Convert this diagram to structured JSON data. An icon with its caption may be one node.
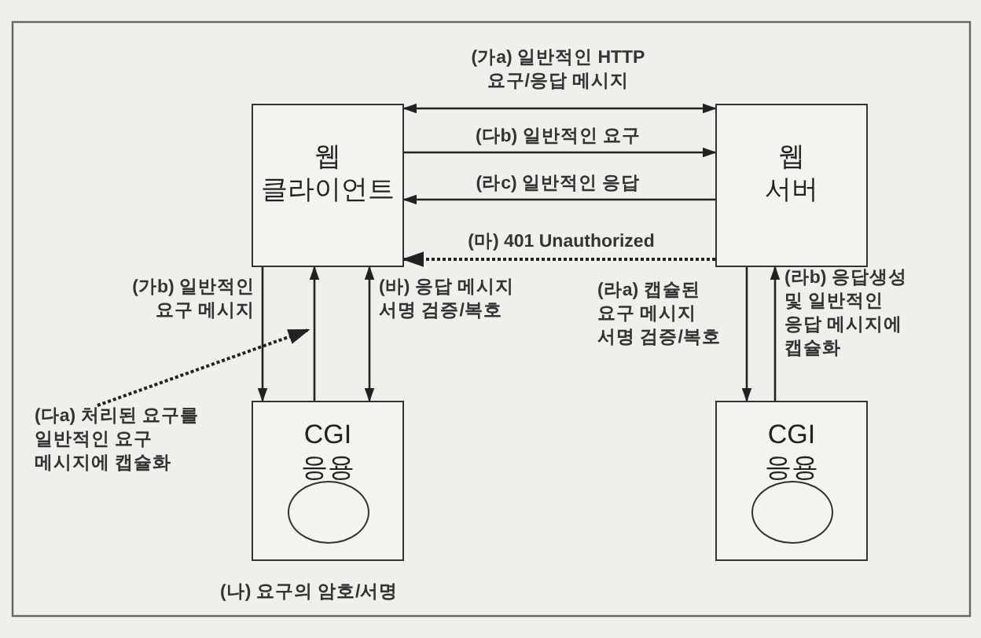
{
  "diagram": {
    "nodes": [
      {
        "text": [
          "웹 클라이언트"
        ]
      },
      {
        "text": [
          "웹 서버"
        ]
      },
      {
        "text": [
          "CGI 응용"
        ]
      },
      {
        "text": [],
        "shape": "circle",
        "in": 2
      },
      {
        "text": [
          "CGI 응용"
        ]
      },
      {
        "text": [],
        "shape": "circle",
        "in": 4
      },
      {
        "text": [
          "(다a) 처리된 요구를 일반적인 요구 메시지에 캡슐화"
        ]
      }
    ],
    "edges": [
      {
        "from": 0,
        "to": 1,
        "arrow": "both",
        "label": "(가a) 일반적인 HTTP 요구/응답 메시지"
      },
      {
        "from": 0,
        "to": 1,
        "arrow": "to",
        "label": "(다b) 일반적인 요구"
      },
      {
        "from": 1,
        "to": 0,
        "arrow": "to",
        "label": "(라c) 일반적인 응답"
      },
      {
        "from": 1,
        "to": 0,
        "arrow": "to",
        "label": "(마) 401 Unauthorized",
        "style": "dashed"
      },
      {
        "from": 0,
        "to": 2,
        "arrow": "to",
        "label": "(가b) 일반적인 요구 메시지"
      },
      {
        "from": 2,
        "to": 0,
        "arrow": "to"
      },
      {
        "from": 0,
        "to": 2,
        "arrow": "both",
        "label": "(바) 응답 메시지 서명 검증/복호"
      },
      {
        "from": 1,
        "to": 4,
        "arrow": "to",
        "label": "(라a) 캡슐된 요구 메시지 서명 검증/복호"
      },
      {
        "from": 4,
        "to": 1,
        "arrow": "to",
        "label": "(라b) 응답생성 및 일반적인 응답 메시지에 캡슐화"
      },
      {
        "from": 6,
        "to": null,
        "arrow": "to",
        "style": "dashed"
      }
    ],
    "labels": [
      "(나) 요구의 암호/서명"
    ]
  }
}
